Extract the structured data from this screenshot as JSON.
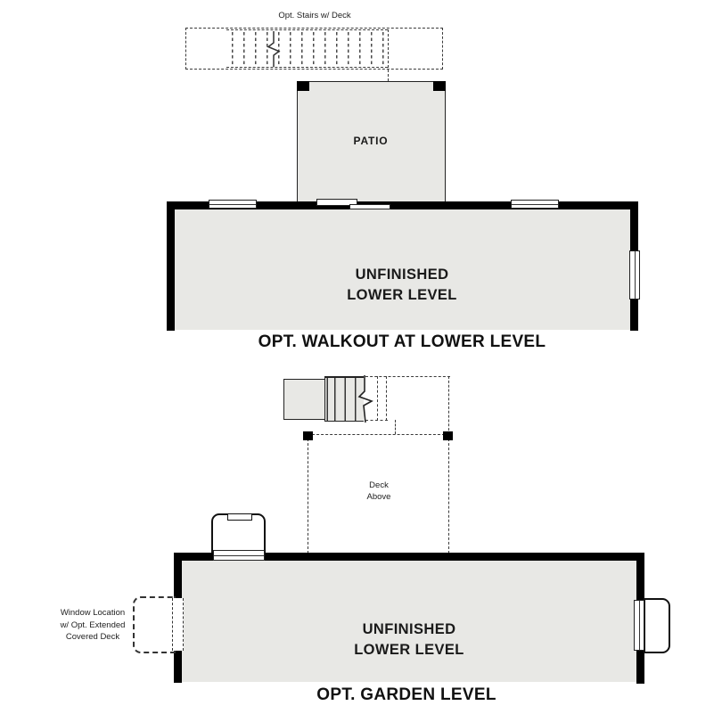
{
  "colors": {
    "wall": "#000000",
    "floor": "#e8e8e5",
    "dash": "#3a3a3a"
  },
  "walkout_plan": {
    "stairs_deck_label": "Opt. Stairs w/ Deck",
    "patio_label": "PATIO",
    "room_label_line1": "UNFINISHED",
    "room_label_line2": "LOWER LEVEL",
    "title": "OPT. WALKOUT AT LOWER LEVEL"
  },
  "garden_plan": {
    "deck_above_line1": "Deck",
    "deck_above_line2": "Above",
    "room_label_line1": "UNFINISHED",
    "room_label_line2": "LOWER LEVEL",
    "window_note_line1": "Window Location",
    "window_note_line2": "w/ Opt. Extended",
    "window_note_line3": "Covered Deck",
    "title": "OPT. GARDEN LEVEL"
  }
}
